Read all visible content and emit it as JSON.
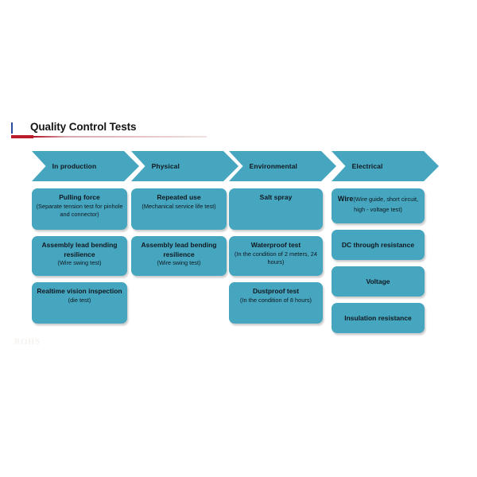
{
  "page": {
    "background": "#ffffff",
    "accent_color": "#46a6bf",
    "title_rule_color": "#bb1a2c",
    "title_tick_color": "#2b4da0",
    "text_color": "#101820"
  },
  "header": {
    "title": "Quality Control Tests"
  },
  "watermark": {
    "text": "ROHS"
  },
  "columns": [
    {
      "id": "in-production",
      "chevron_label": "In production",
      "cards": [
        {
          "title": "Pulling force",
          "sub": "(Separate tension test for pinhole and connector)",
          "sub_align": "left",
          "size": "h1"
        },
        {
          "title": "Assembly lead bending resilience",
          "sub": "(Wire swing test)",
          "sub_align": "center",
          "size": "h2"
        },
        {
          "title": "Realtime vision inspection",
          "sub": "(die test)",
          "sub_align": "center",
          "size": "h3"
        }
      ]
    },
    {
      "id": "physical",
      "chevron_label": "Physical",
      "cards": [
        {
          "title": "Repeated use",
          "sub": "(Mechanical service life test)",
          "sub_align": "center",
          "size": "h1"
        },
        {
          "title": "Assembly lead bending resilience",
          "sub": "(Wire swing test)",
          "sub_align": "center",
          "size": "h2"
        }
      ]
    },
    {
      "id": "environmental",
      "chevron_label": "Environmental",
      "cards": [
        {
          "title": "Salt spray",
          "sub": "",
          "sub_align": "center",
          "size": "h1"
        },
        {
          "title": "Waterproof test",
          "sub": "(In the condition of 2 meters, 24 hours)",
          "sub_align": "center",
          "size": "h2"
        },
        {
          "title": "Dustproof test",
          "sub": "(In the condition of 8 hours)",
          "sub_align": "center",
          "size": "h3"
        }
      ]
    },
    {
      "id": "electrical",
      "chevron_label": "Electrical",
      "cards": [
        {
          "title": "Wire",
          "sub": "(Wire guide, short circuit, high - voltage test)",
          "sub_align": "inline",
          "size": "h1"
        },
        {
          "title": "DC through resistance",
          "sub": "",
          "sub_align": "center",
          "size": "h2"
        },
        {
          "title": "Voltage",
          "sub": "",
          "sub_align": "center",
          "size": "h3"
        },
        {
          "title": "Insulation resistance",
          "sub": "",
          "sub_align": "center",
          "size": "h4"
        }
      ]
    }
  ]
}
